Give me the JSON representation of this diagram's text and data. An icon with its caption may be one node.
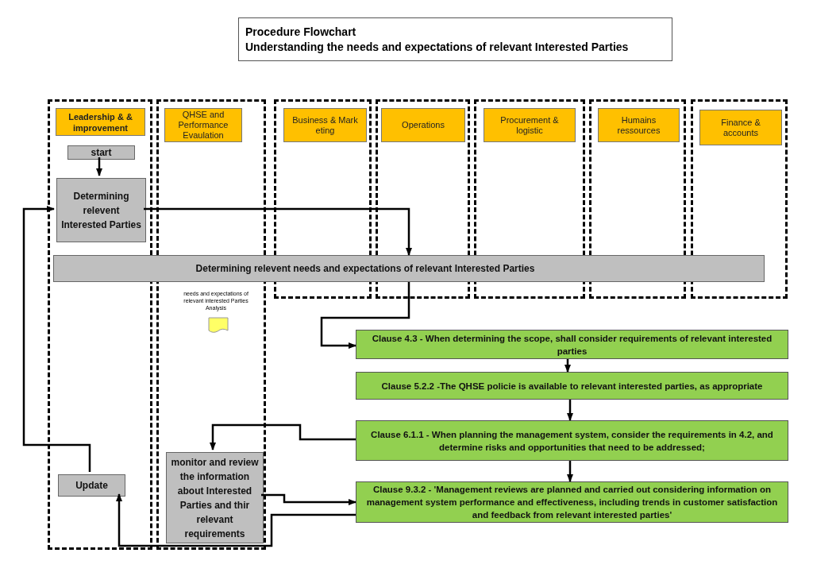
{
  "diagram": {
    "nodes": [
      {
        "text": [
          "Procedure Flowchart",
          "Understanding the needs and expectations of relevant Interested Parties"
        ]
      },
      {
        "text": [],
        "shape": "box"
      },
      {
        "text": [
          "Leadership & & improvement"
        ],
        "in": 1
      },
      {
        "text": [
          "start"
        ],
        "in": 1
      },
      {
        "text": [
          "Determining relevent Interested Parties"
        ],
        "in": 1
      },
      {
        "text": [
          "Update"
        ],
        "in": 1
      },
      {
        "text": [],
        "shape": "box"
      },
      {
        "text": [
          "QHSE and Performance Evaulation"
        ],
        "in": 6
      },
      {
        "text": [
          "monitor and review the information about Interested Parties and thir relevant requirements"
        ],
        "in": 6
      },
      {
        "text": [],
        "shape": "box"
      },
      {
        "text": [
          "Business & Mark eting"
        ],
        "in": 9
      },
      {
        "text": [],
        "shape": "box"
      },
      {
        "text": [
          "Operations"
        ],
        "in": 11
      },
      {
        "text": [],
        "shape": "box"
      },
      {
        "text": [
          "Procurement & logistic"
        ],
        "in": 13
      },
      {
        "text": [],
        "shape": "box"
      },
      {
        "text": [
          "Humains ressources"
        ],
        "in": 15
      },
      {
        "text": [],
        "shape": "box"
      },
      {
        "text": [
          "Finance & accounts"
        ],
        "in": 17
      },
      {
        "text": [
          "Determining relevent needs and expectations of relevant Interested Parties"
        ]
      },
      {
        "text": [
          "Clause 4.3 - When determining the scope,  shall consider requirements of relevant interested parties"
        ]
      },
      {
        "text": [
          "Clause 5.2.2 -The QHSE policie is available to relevant interested parties, as appropriate"
        ]
      },
      {
        "text": [
          "Clause 6.1.1 - When planning the management system, consider the requirements in 4.2, and determine risks and opportunities that need to be addressed;"
        ]
      },
      {
        "text": [
          "Clause 9.3.2 - 'Management reviews are planned and carried out considering information on management system performance and effectiveness, including trends in customer satisfaction and feedback from relevant interested parties'"
        ]
      }
    ],
    "edges": [
      {
        "from": 3,
        "to": 4,
        "arrow": "to"
      },
      {
        "from": 4,
        "to": 19,
        "arrow": "to"
      },
      {
        "from": 19,
        "to": 20,
        "arrow": "to"
      },
      {
        "from": 20,
        "to": 21,
        "arrow": "to"
      },
      {
        "from": 21,
        "to": 22,
        "arrow": "to"
      },
      {
        "from": 22,
        "to": 23,
        "arrow": "to"
      },
      {
        "from": 22,
        "to": 8,
        "arrow": "to"
      },
      {
        "from": 8,
        "to": 23,
        "arrow": "to"
      },
      {
        "from": 23,
        "to": 5,
        "arrow": "to"
      },
      {
        "from": 5,
        "to": 4,
        "arrow": "to"
      }
    ],
    "labels": [
      "needs and expectations of relevant interested Parties  Analysis"
    ]
  }
}
